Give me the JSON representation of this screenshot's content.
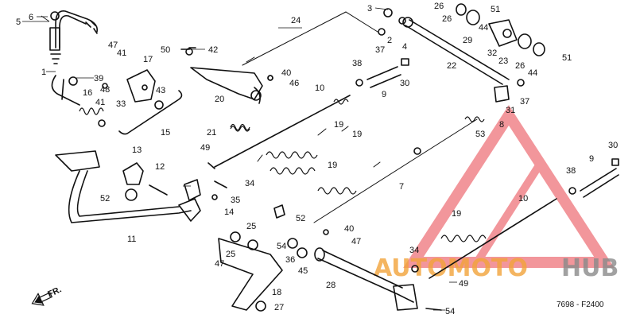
{
  "watermark": {
    "brand_part1": "AUTOMOTO",
    "brand_part2": "HUB",
    "color_red": "#e8424a",
    "color_orange": "#f2a33a",
    "color_gray": "#8a8a8a"
  },
  "direction_label": "FR.",
  "diagram_code": "7698 - F2400",
  "callouts": [
    "1",
    "2",
    "3",
    "4",
    "5",
    "6",
    "7",
    "8",
    "9",
    "10",
    "11",
    "12",
    "13",
    "14",
    "15",
    "16",
    "17",
    "18",
    "19",
    "20",
    "21",
    "22",
    "23",
    "24",
    "25",
    "26",
    "27",
    "28",
    "29",
    "30",
    "31",
    "32",
    "33",
    "34",
    "35",
    "36",
    "37",
    "38",
    "39",
    "40",
    "41",
    "42",
    "43",
    "44",
    "45",
    "46",
    "47",
    "48",
    "49",
    "50",
    "51",
    "52",
    "53",
    "54"
  ]
}
